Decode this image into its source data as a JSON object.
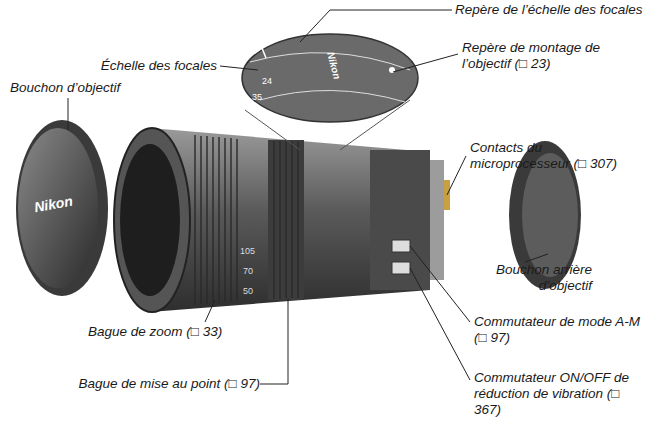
{
  "diagram": {
    "labels": [
      "Repère de l’échelle des focales",
      "Échelle des focales",
      "Repère de montage de l’objectif (□ 23)",
      "Bouchon d’objectif",
      "Contacts du microprocesseur (□ 307)",
      "Bouchon arrière d’objectif",
      "Commutateur de mode A-M (□ 97)",
      "Bague de zoom (□ 33)",
      "Bague de mise au point (□ 97)",
      "Commutateur ON/OFF de réduction de vibration (□ 367)",
      "Nikon",
      "Nikon",
      "24",
      "35",
      "50",
      "70",
      "105"
    ]
  }
}
